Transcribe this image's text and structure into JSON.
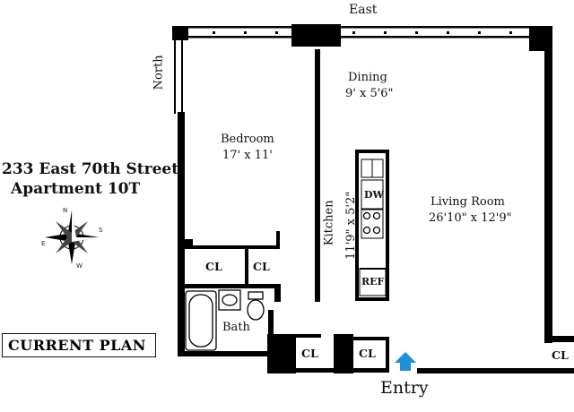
{
  "orientation": {
    "east": "East",
    "north": "North"
  },
  "address": {
    "line1": "233 East 70th Street",
    "line2": "Apartment 10T"
  },
  "plan_label": "CURRENT PLAN",
  "entry_label": "Entry",
  "rooms": {
    "bedroom": {
      "name": "Bedroom",
      "dims": "17' x 11'"
    },
    "dining": {
      "name": "Dining",
      "dims": "9' x 5'6\""
    },
    "living": {
      "name": "Living Room",
      "dims": "26'10\" x 12'9\""
    },
    "kitchen": {
      "name": "Kitchen",
      "dims": "11'9\" x 5'2\""
    },
    "bath": {
      "name": "Bath"
    }
  },
  "closets": {
    "label": "CL"
  },
  "appliances": {
    "dishwasher": "DW",
    "refrigerator": "REF"
  },
  "compass": {
    "n": "N",
    "e": "E",
    "s": "S",
    "w": "W"
  },
  "colors": {
    "entry_arrow": "#1e90d6",
    "walls": "#000000"
  }
}
